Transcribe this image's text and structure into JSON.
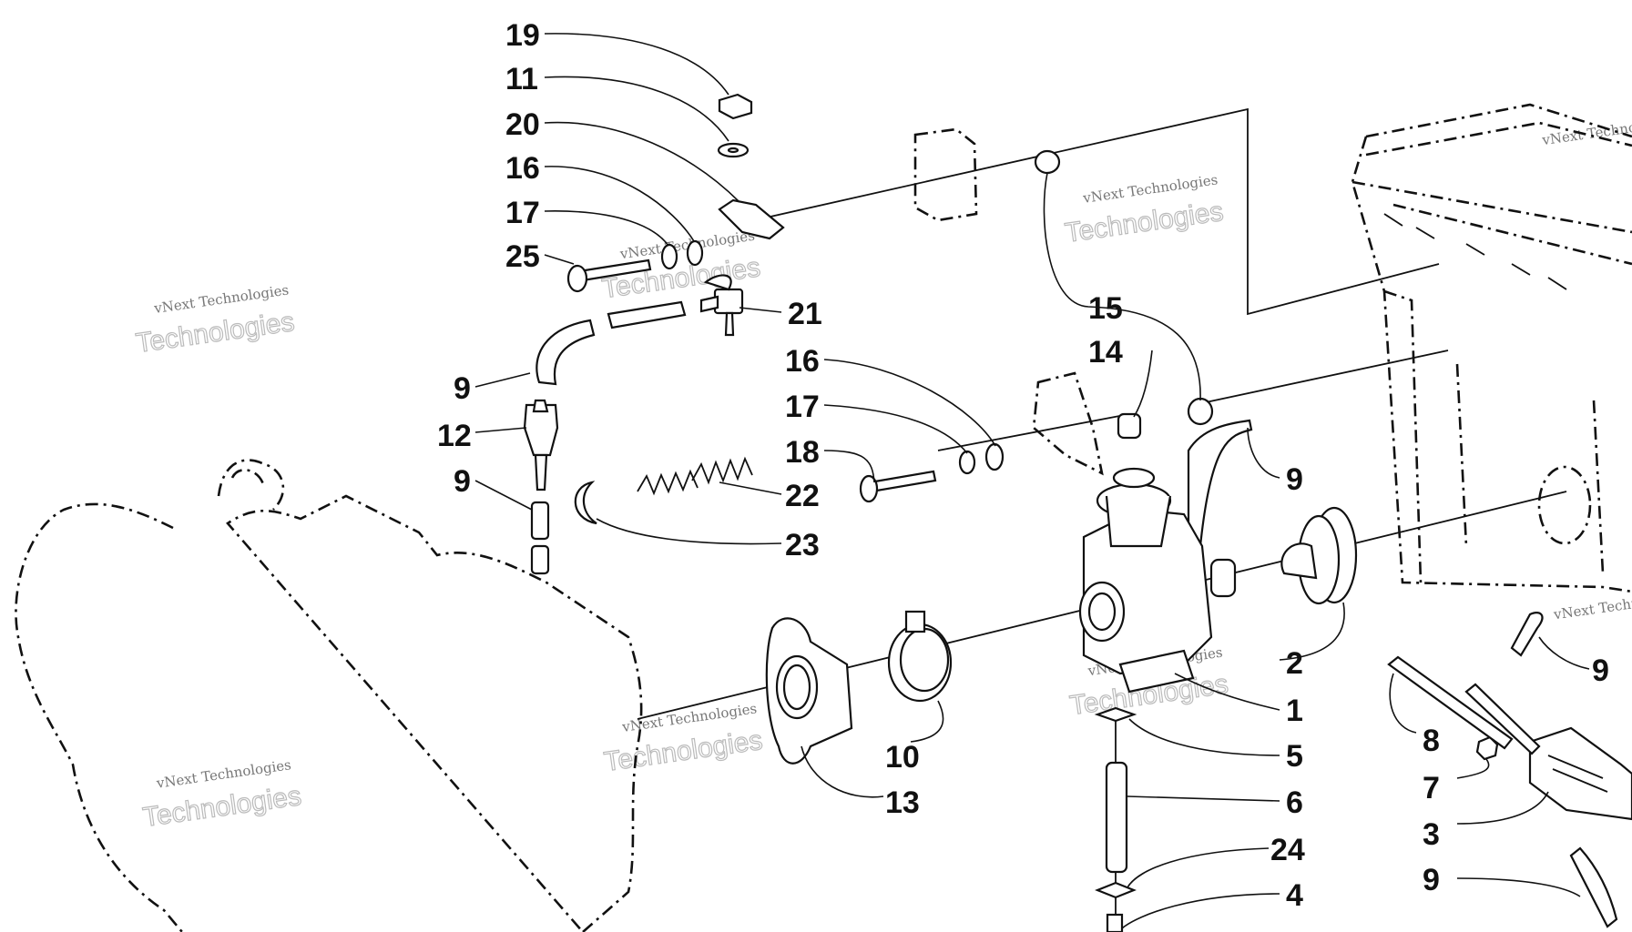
{
  "watermark": {
    "line1": "vNext Technologies",
    "line2": "Technologies"
  },
  "callouts": {
    "c19": "19",
    "c11": "11",
    "c20": "20",
    "c16a": "16",
    "c17a": "17",
    "c25": "25",
    "c21": "21",
    "c9a": "9",
    "c12": "12",
    "c9b": "9",
    "c16b": "16",
    "c17b": "17",
    "c18": "18",
    "c22": "22",
    "c23": "23",
    "c15": "15",
    "c14": "14",
    "c9c": "9",
    "c2": "2",
    "c1": "1",
    "c5": "5",
    "c6": "6",
    "c24": "24",
    "c4": "4",
    "c10": "10",
    "c13": "13",
    "c8": "8",
    "c7": "7",
    "c3": "3",
    "c9d": "9",
    "c9e": "9"
  }
}
